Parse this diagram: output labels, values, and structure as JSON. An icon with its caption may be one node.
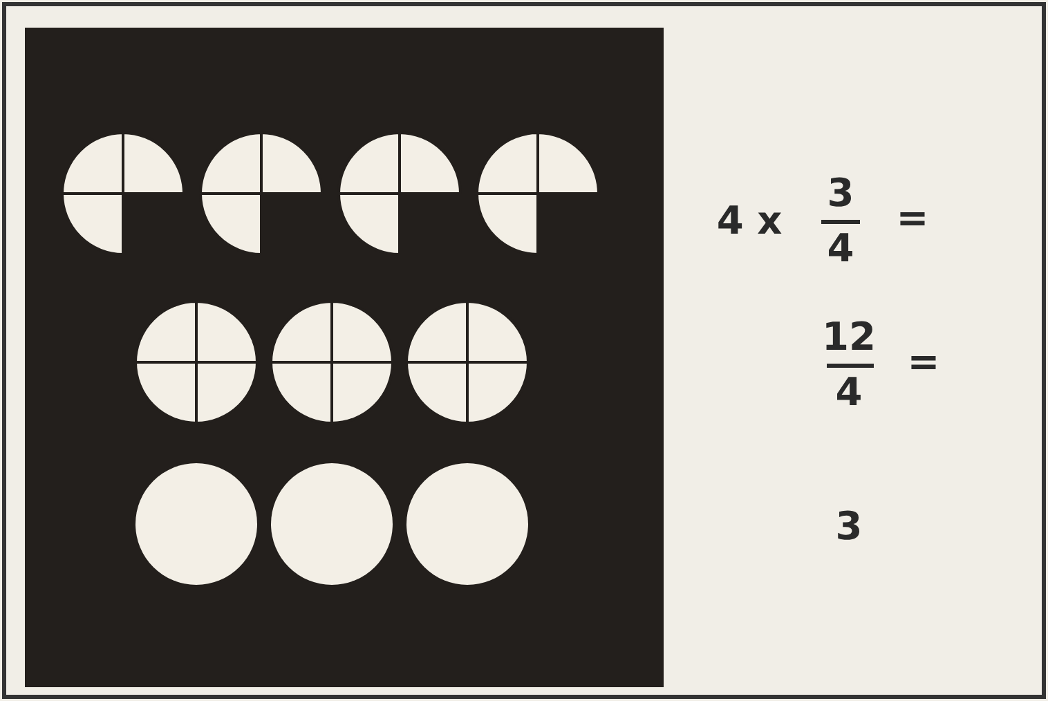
{
  "diagram": {
    "labels": [
      "4 x",
      "3",
      "4",
      "=",
      "12",
      "4",
      "=",
      "3"
    ]
  }
}
